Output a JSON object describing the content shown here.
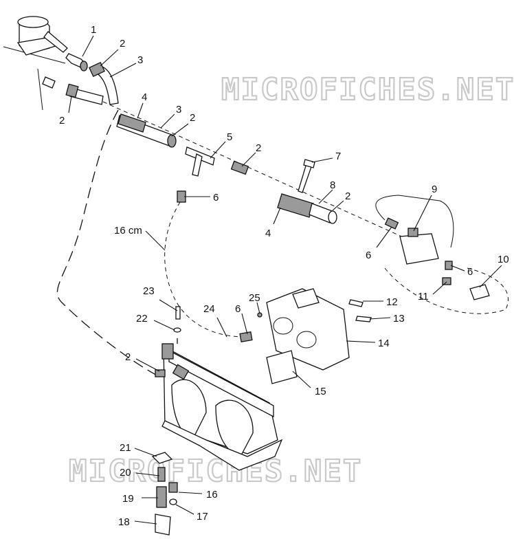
{
  "watermark": "MICROFICHES.NET",
  "hose_length_label": "16 cm",
  "callouts": [
    {
      "id": "c1",
      "label": "1"
    },
    {
      "id": "c2a",
      "label": "2"
    },
    {
      "id": "c3a",
      "label": "3"
    },
    {
      "id": "c2b",
      "label": "2"
    },
    {
      "id": "c4a",
      "label": "4"
    },
    {
      "id": "c3b",
      "label": "3"
    },
    {
      "id": "c2c",
      "label": "2"
    },
    {
      "id": "c5",
      "label": "5"
    },
    {
      "id": "c2d",
      "label": "2"
    },
    {
      "id": "c7",
      "label": "7"
    },
    {
      "id": "c8",
      "label": "8"
    },
    {
      "id": "c2e",
      "label": "2"
    },
    {
      "id": "c6a",
      "label": "6"
    },
    {
      "id": "c4b",
      "label": "4"
    },
    {
      "id": "c9",
      "label": "9"
    },
    {
      "id": "c6b",
      "label": "6"
    },
    {
      "id": "c10",
      "label": "10"
    },
    {
      "id": "c6c",
      "label": "6"
    },
    {
      "id": "c11",
      "label": "11"
    },
    {
      "id": "c23",
      "label": "23"
    },
    {
      "id": "c22",
      "label": "22"
    },
    {
      "id": "c24",
      "label": "24"
    },
    {
      "id": "c6d",
      "label": "6"
    },
    {
      "id": "c25",
      "label": "25"
    },
    {
      "id": "c12",
      "label": "12"
    },
    {
      "id": "c13",
      "label": "13"
    },
    {
      "id": "c14",
      "label": "14"
    },
    {
      "id": "c2f",
      "label": "2"
    },
    {
      "id": "c15",
      "label": "15"
    },
    {
      "id": "c21",
      "label": "21"
    },
    {
      "id": "c20",
      "label": "20"
    },
    {
      "id": "c16",
      "label": "16"
    },
    {
      "id": "c19",
      "label": "19"
    },
    {
      "id": "c17",
      "label": "17"
    },
    {
      "id": "c18",
      "label": "18"
    }
  ]
}
